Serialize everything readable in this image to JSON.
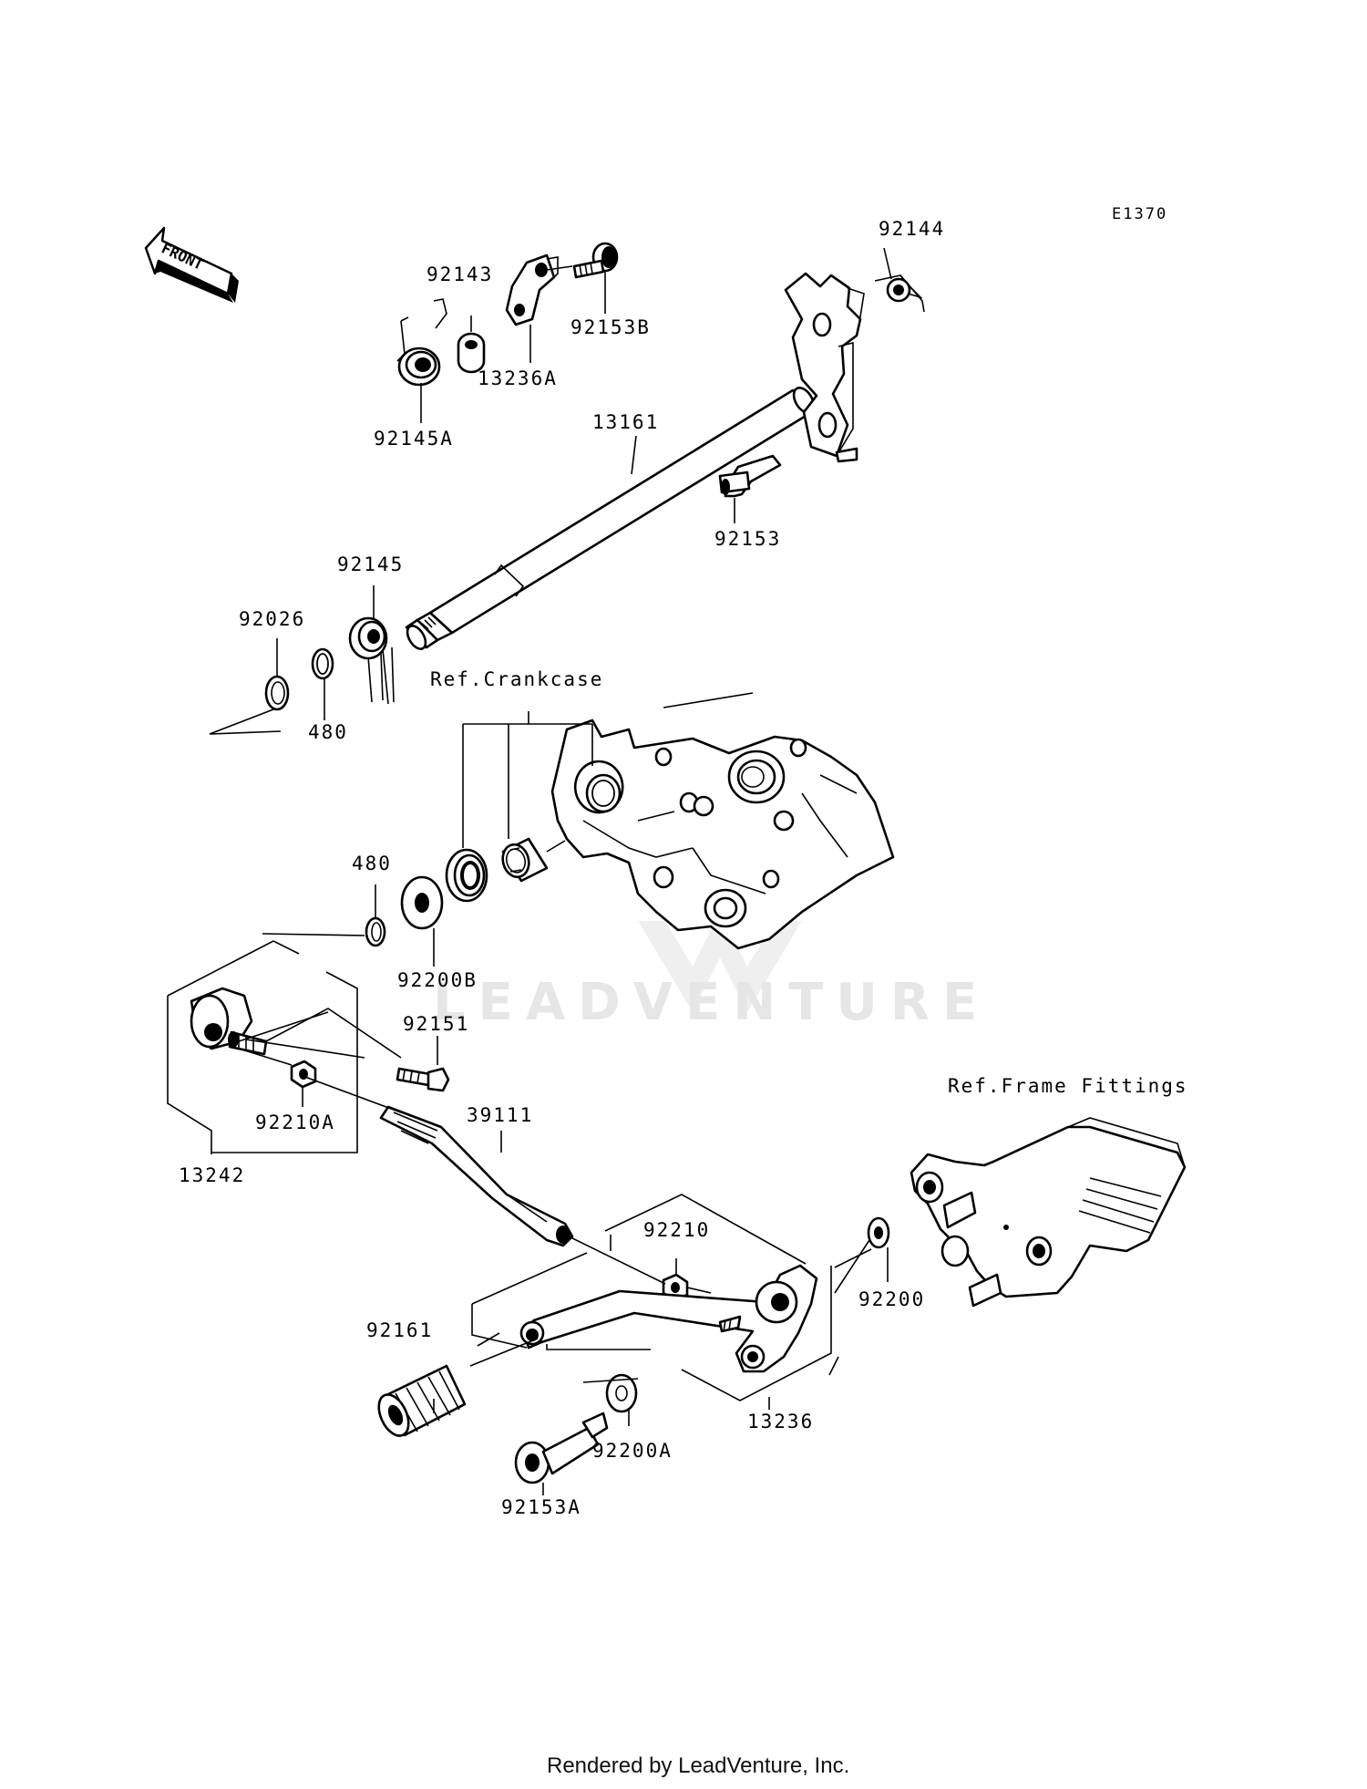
{
  "diagram_code": "E1370",
  "front_arrow_label": "FRONT",
  "reference_labels": {
    "crankcase": "Ref.Crankcase",
    "frame_fittings": "Ref.Frame Fittings"
  },
  "part_labels": {
    "p92144": "92144",
    "p92143": "92143",
    "p92153B": "92153B",
    "p13236A": "13236A",
    "p92145A": "92145A",
    "p13161": "13161",
    "p92153": "92153",
    "p92145": "92145",
    "p92026": "92026",
    "p480_upper": "480",
    "p480_lower": "480",
    "p92200B": "92200B",
    "p92151": "92151",
    "p92210A": "92210A",
    "p13242": "13242",
    "p39111": "39111",
    "p92210": "92210",
    "p92200": "92200",
    "p92161": "92161",
    "p13236": "13236",
    "p92200A": "92200A",
    "p92153A": "92153A"
  },
  "watermark": "LEADVENTURE",
  "footer": "Rendered by LeadVenture, Inc."
}
